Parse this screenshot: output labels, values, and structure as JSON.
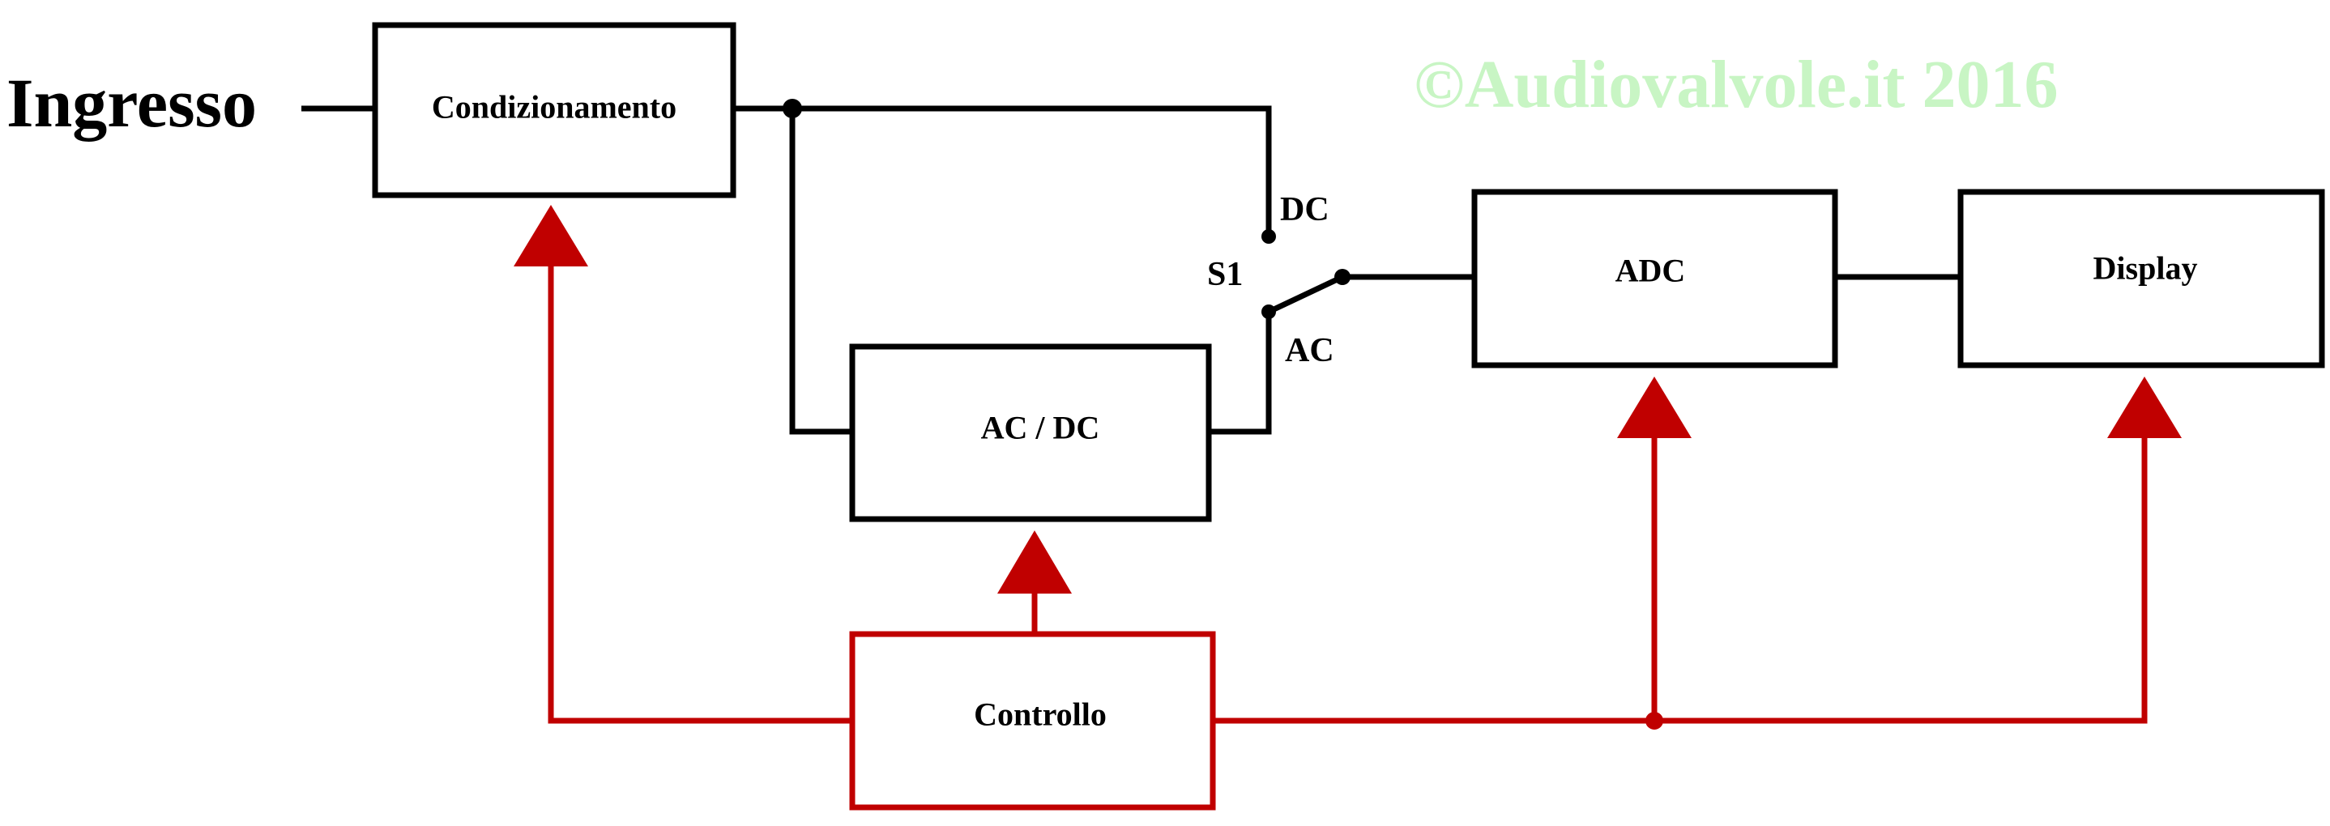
{
  "input_label": "Ingresso",
  "watermark": "©Audiovalvole.it 2016",
  "blocks": {
    "conditioning": "Condizionamento",
    "acdc": "AC / DC",
    "adc": "ADC",
    "display": "Display",
    "control": "Controllo"
  },
  "switch": {
    "name": "S1",
    "dc_label": "DC",
    "ac_label": "AC"
  },
  "colors": {
    "signal_path": "#000000",
    "control_path": "#c00000",
    "watermark": "#c8f5c4"
  }
}
